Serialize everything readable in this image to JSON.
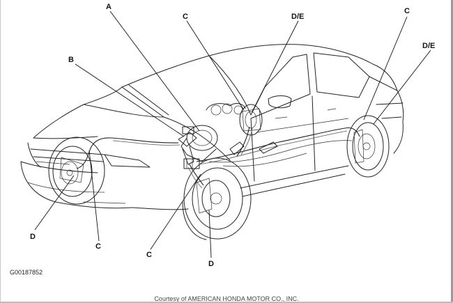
{
  "figure": {
    "callouts": {
      "a": "A",
      "b": "B",
      "c_front_left_wheel": "C",
      "c_front_right_line": "C",
      "c_master_cylinder": "C",
      "c_rear_right": "C",
      "d_front_left": "D",
      "d_front_right": "D",
      "de_center": "D/E",
      "de_rear": "D/E"
    },
    "figure_code": "G00187852",
    "credit": "Courtesy of AMERICAN HONDA MOTOR CO., INC."
  }
}
